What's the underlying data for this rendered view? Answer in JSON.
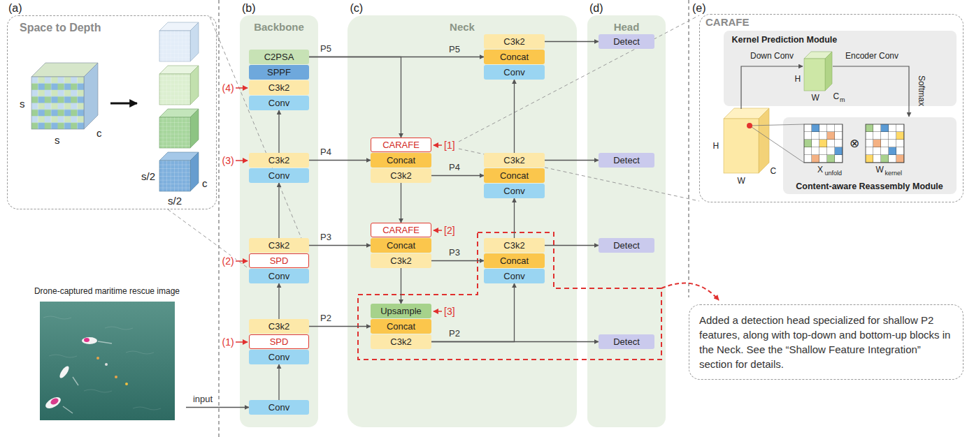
{
  "diagram": {
    "nodes": [
      {
        "text": [
          "Space to Depth"
        ]
      },
      {
        "text": [
          "Drone-captured maritime rescue image"
        ]
      },
      {
        "text": [
          "Backbone"
        ]
      },
      {
        "text": [
          "Conv"
        ],
        "in": 2
      },
      {
        "text": [
          "Conv"
        ],
        "in": 2
      },
      {
        "text": [
          "SPD"
        ],
        "in": 2
      },
      {
        "text": [
          "C3k2"
        ],
        "in": 2
      },
      {
        "text": [
          "Conv"
        ],
        "in": 2
      },
      {
        "text": [
          "SPD"
        ],
        "in": 2
      },
      {
        "text": [
          "C3k2"
        ],
        "in": 2
      },
      {
        "text": [
          "Conv"
        ],
        "in": 2
      },
      {
        "text": [
          "C3k2"
        ],
        "in": 2
      },
      {
        "text": [
          "Conv"
        ],
        "in": 2
      },
      {
        "text": [
          "C3k2"
        ],
        "in": 2
      },
      {
        "text": [
          "SPPF"
        ],
        "in": 2
      },
      {
        "text": [
          "C2PSA"
        ],
        "in": 2
      },
      {
        "text": [
          "Neck"
        ]
      },
      {
        "text": [
          "CARAFE"
        ],
        "in": 16
      },
      {
        "text": [
          "Concat"
        ],
        "in": 16
      },
      {
        "text": [
          "C3k2"
        ],
        "in": 16
      },
      {
        "text": [
          "CARAFE"
        ],
        "in": 16
      },
      {
        "text": [
          "Concat"
        ],
        "in": 16
      },
      {
        "text": [
          "C3k2"
        ],
        "in": 16
      },
      {
        "text": [
          "Upsample"
        ],
        "in": 16
      },
      {
        "text": [
          "Concat"
        ],
        "in": 16
      },
      {
        "text": [
          "C3k2"
        ],
        "in": 16
      },
      {
        "text": [
          "Conv"
        ],
        "in": 16
      },
      {
        "text": [
          "Concat"
        ],
        "in": 16
      },
      {
        "text": [
          "C3k2"
        ],
        "in": 16
      },
      {
        "text": [
          "Conv"
        ],
        "in": 16
      },
      {
        "text": [
          "Concat"
        ],
        "in": 16
      },
      {
        "text": [
          "C3k2"
        ],
        "in": 16
      },
      {
        "text": [
          "Conv"
        ],
        "in": 16
      },
      {
        "text": [
          "Concat"
        ],
        "in": 16
      },
      {
        "text": [
          "C3k2"
        ],
        "in": 16
      },
      {
        "text": [
          "Head"
        ]
      },
      {
        "text": [
          "Detect"
        ],
        "in": 35
      },
      {
        "text": [
          "Detect"
        ],
        "in": 35
      },
      {
        "text": [
          "Detect"
        ],
        "in": 35
      },
      {
        "text": [
          "Detect"
        ],
        "in": 35
      },
      {
        "text": [
          "CARAFE"
        ]
      },
      {
        "text": [
          "Kernel Prediction Module"
        ],
        "in": 40
      },
      {
        "text": [
          "Content-aware Reassembly Module"
        ],
        "in": 40
      },
      {
        "text": [
          "Added a detection head specialized for shallow P2 features, along with top-down and bottom-up blocks in the Neck. See the “Shallow Feature Integration” section for details."
        ]
      }
    ],
    "edges": [
      {
        "from": 1,
        "to": 3,
        "arrow": "to",
        "label": "input"
      },
      {
        "from": 3,
        "to": 4,
        "arrow": "to"
      },
      {
        "from": 6,
        "to": 7,
        "arrow": "to"
      },
      {
        "from": 9,
        "to": 10,
        "arrow": "to"
      },
      {
        "from": 11,
        "to": 12,
        "arrow": "to"
      },
      {
        "from": 6,
        "to": 24,
        "arrow": "to",
        "label": "P2"
      },
      {
        "from": 9,
        "to": 21,
        "arrow": "to",
        "label": "P3"
      },
      {
        "from": 11,
        "to": 18,
        "arrow": "to",
        "label": "P4"
      },
      {
        "from": 15,
        "to": 33,
        "arrow": "to",
        "label": "P5"
      },
      {
        "from": 15,
        "to": 17,
        "arrow": "to"
      },
      {
        "from": 19,
        "to": 20,
        "arrow": "to"
      },
      {
        "from": 22,
        "to": 23,
        "arrow": "to"
      },
      {
        "from": 22,
        "to": 27,
        "arrow": "to",
        "label": "P3"
      },
      {
        "from": 19,
        "to": 30,
        "arrow": "to",
        "label": "P4"
      },
      {
        "from": 25,
        "to": 39,
        "arrow": "to",
        "label": "P2"
      },
      {
        "from": 25,
        "to": 26,
        "arrow": "to"
      },
      {
        "from": 28,
        "to": 29,
        "arrow": "to"
      },
      {
        "from": 31,
        "to": 32,
        "arrow": "to"
      },
      {
        "from": 34,
        "to": 36,
        "arrow": "to"
      },
      {
        "from": 31,
        "to": 37,
        "arrow": "to"
      },
      {
        "from": 28,
        "to": 38,
        "arrow": "to"
      }
    ],
    "labels": [
      "(a)",
      "(b)",
      "(c)",
      "(d)",
      "(e)",
      "s",
      "s",
      "c",
      "s/2",
      "s/2",
      "c",
      "(1)",
      "(2)",
      "(3)",
      "(4)",
      "[1]",
      "[2]",
      "[3]",
      "P5",
      "Down Conv",
      "Encoder Conv",
      "Softmax",
      "H",
      "W",
      "C",
      "m",
      "H",
      "W",
      "C",
      "X",
      "unfold",
      "W",
      "kernel",
      "⊗"
    ]
  }
}
